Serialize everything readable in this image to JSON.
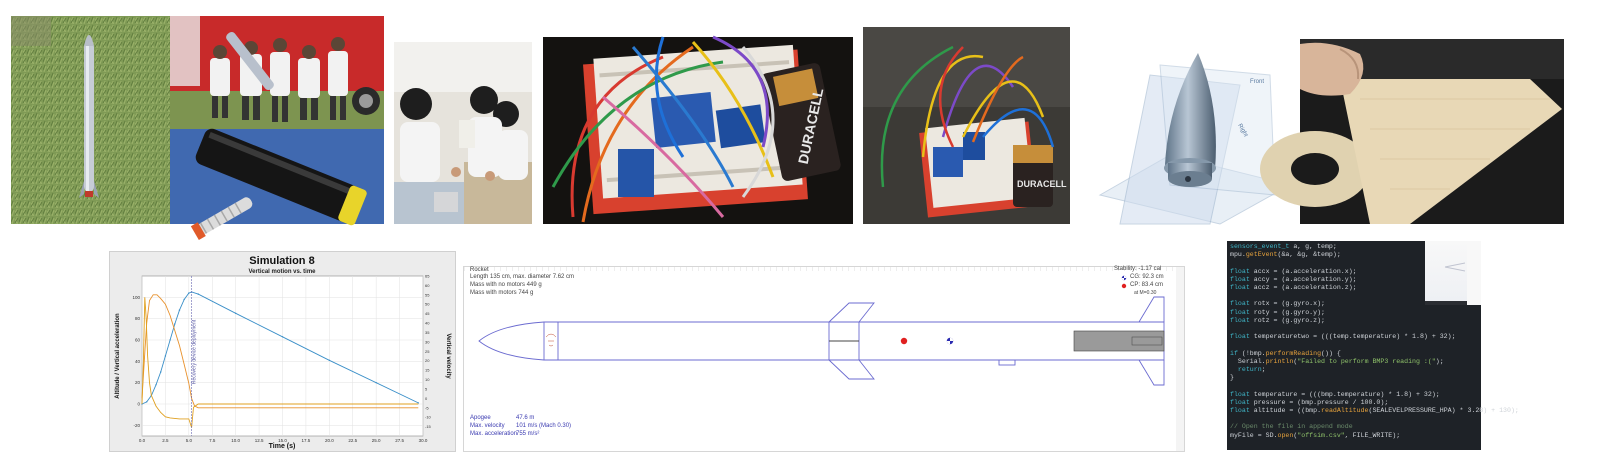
{
  "colors": {
    "altitude": "#3a8fc8",
    "velocity": "#e8912c",
    "acceleration": "#e0a020",
    "rocket_outline": "#6b6bd0",
    "code_bg": "#1e2227"
  },
  "photos": [
    {
      "name": "rocket-on-grass-photo"
    },
    {
      "name": "team-with-rocket-photo"
    },
    {
      "name": "rocket-body-tube-photo"
    },
    {
      "name": "students-building-photo"
    },
    {
      "name": "breadboard-wiring-photo-1"
    },
    {
      "name": "breadboard-wiring-photo-2"
    },
    {
      "name": "nose-cone-cad-model"
    },
    {
      "name": "balsa-fin-photo"
    }
  ],
  "cad": {
    "plane_label_1": "Front",
    "plane_label_2": "Right"
  },
  "battery_label": "DURACELL",
  "simulation": {
    "title": "Simulation 8",
    "subtitle": "Vertical motion vs. time",
    "xlabel": "Time (s)",
    "ylabel_left": "Altitude / Vertical acceleration",
    "ylabel_right": "Vertical velocity",
    "annotation": "Recovery device deployment"
  },
  "chart_data": {
    "type": "line",
    "title": "Simulation 8",
    "subtitle": "Vertical motion vs. time",
    "xlabel": "Time (s)",
    "ylabel": "Altitude / Vertical acceleration",
    "y2label": "Vertical velocity",
    "xlim": [
      0,
      30
    ],
    "ylim": [
      -30,
      120
    ],
    "y2lim": [
      -20,
      65
    ],
    "x_ticks": [
      "0.0",
      "2.5",
      "5.0",
      "7.5",
      "10.0",
      "12.5",
      "15.0",
      "17.5",
      "20.0",
      "22.5",
      "25.0",
      "27.5",
      "30.0"
    ],
    "y_ticks": [
      "-20",
      "0",
      "20",
      "40",
      "60",
      "80",
      "100"
    ],
    "y2_ticks": [
      "-15",
      "-10",
      "-5",
      "0",
      "5",
      "10",
      "15",
      "20",
      "25",
      "30",
      "35",
      "40",
      "45",
      "50",
      "55",
      "60",
      "65"
    ],
    "grid": true,
    "series": [
      {
        "name": "Altitude",
        "axis": "left",
        "x": [
          0,
          0.5,
          1,
          1.5,
          2,
          2.5,
          3,
          3.5,
          4,
          4.5,
          5,
          5.3,
          6,
          10,
          15,
          20,
          25,
          29.5
        ],
        "y": [
          0,
          2,
          8,
          18,
          30,
          45,
          60,
          75,
          88,
          98,
          104,
          105,
          103,
          85,
          63,
          41,
          20,
          1
        ]
      },
      {
        "name": "Vertical velocity",
        "axis": "right",
        "x": [
          0,
          0.25,
          0.5,
          0.8,
          1.2,
          1.6,
          2,
          2.5,
          3,
          3.5,
          4,
          4.5,
          5,
          5.3,
          5.6,
          6,
          10,
          20,
          29.5
        ],
        "y": [
          0,
          20,
          40,
          52,
          55,
          55,
          53,
          50,
          44,
          36,
          28,
          18,
          8,
          0,
          -4,
          -5,
          -5,
          -5,
          -5
        ]
      },
      {
        "name": "Vertical acceleration",
        "axis": "left",
        "x": [
          0,
          0.15,
          0.3,
          0.45,
          0.6,
          0.8,
          1,
          1.5,
          2,
          2.5,
          3,
          4,
          5,
          5.3,
          5.5,
          6,
          8,
          12,
          20,
          29.5
        ],
        "y": [
          0,
          40,
          100,
          80,
          45,
          20,
          8,
          -2,
          -8,
          -12,
          -13,
          -14,
          -14,
          -22,
          -3,
          0,
          0,
          0,
          0,
          0
        ]
      }
    ]
  },
  "openrocket": {
    "design_name": "Rocket",
    "length_text": "Length 135 cm, max. diameter 7.62 cm",
    "mass_no_motor": "Mass with no motors 449 g",
    "mass_with_motor": "Mass with motors 744 g",
    "stability": "Stability: -1.17 cal",
    "cg": "CG: 92.3 cm",
    "cp": "CP: 83.4 cm",
    "mach": "at M=0.30",
    "apogee_label": "Apogee",
    "apogee_value": "47.6 m",
    "max_velocity_label": "Max. velocity",
    "max_velocity_value": "101 m/s  (Mach 0.30)",
    "max_accel_label": "Max. acceleration",
    "max_accel_value": "755 m/s²"
  },
  "code": {
    "lines": [
      "sensors_event_t a, g, temp;",
      "mpu.getEvent(&a, &g, &temp);",
      "",
      "float accx = (a.acceleration.x);",
      "float accy = (a.acceleration.y);",
      "float accz = (a.acceleration.z);",
      "",
      "float rotx = (g.gyro.x);",
      "float roty = (g.gyro.y);",
      "float rotz = (g.gyro.z);",
      "",
      "float temperaturetwo = (((temp.temperature) * 1.8) + 32);",
      "",
      "if (!bmp.performReading()) {",
      "  Serial.println(\"Failed to perform BMP3 reading :(\");",
      "  return;",
      "}",
      "",
      "float temperature = (((bmp.temperature) * 1.8) + 32);",
      "float pressure = (bmp.pressure / 100.0);",
      "float altitude = ((bmp.readAltitude(SEALEVELPRESSURE_HPA) * 3.28) + 130);",
      "",
      "// Open the file in append mode",
      "myFile = SD.open(\"offsim.csv\", FILE_WRITE);"
    ]
  }
}
